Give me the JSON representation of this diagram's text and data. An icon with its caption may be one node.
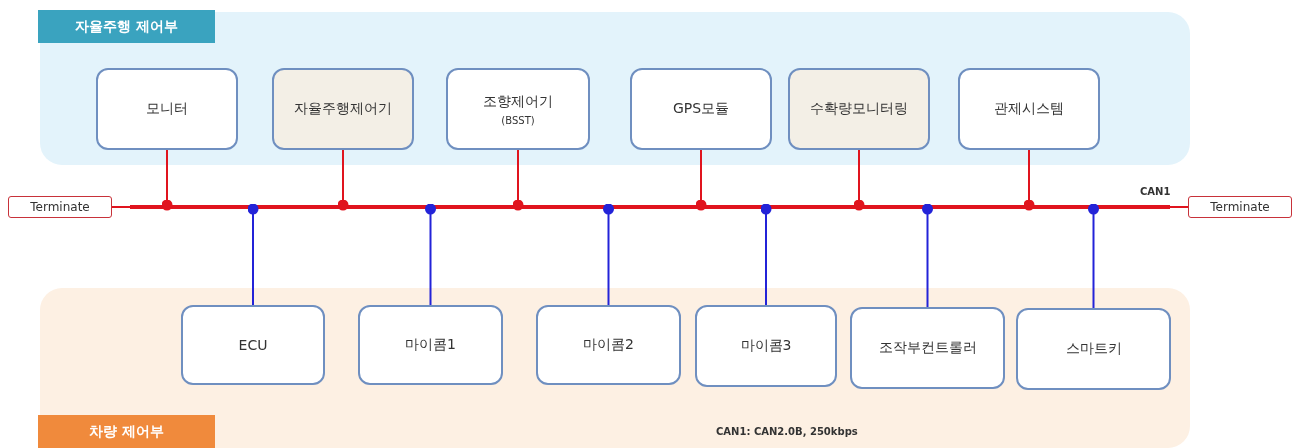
{
  "diagram": {
    "nodes": [
      {
        "text": [
          "자율주행 제어부"
        ]
      },
      {
        "text": [
          "모니터"
        ],
        "in": 0
      },
      {
        "text": [
          "자율주행제어기"
        ],
        "in": 0
      },
      {
        "text": [
          "조향제어기",
          "(BSST)"
        ],
        "in": 0
      },
      {
        "text": [
          "GPS모듈"
        ],
        "in": 0
      },
      {
        "text": [
          "수확량모니터링"
        ],
        "in": 0
      },
      {
        "text": [
          "관제시스템"
        ],
        "in": 0
      },
      {
        "text": [
          "차량 제어부"
        ]
      },
      {
        "text": [
          "ECU"
        ],
        "in": 7
      },
      {
        "text": [
          "마이콤1"
        ],
        "in": 7
      },
      {
        "text": [
          "마이콤2"
        ],
        "in": 7
      },
      {
        "text": [
          "마이콤3"
        ],
        "in": 7
      },
      {
        "text": [
          "조작부컨트롤러"
        ],
        "in": 7
      },
      {
        "text": [
          "스마트키"
        ],
        "in": 7
      },
      {
        "text": [
          "Terminate"
        ]
      },
      {
        "text": [
          "Terminate"
        ]
      },
      {
        "text": [],
        "shape": "bar"
      }
    ],
    "edges": [
      {
        "from": 14,
        "to": 16,
        "arrow": "none"
      },
      {
        "from": 16,
        "to": 15,
        "arrow": "none"
      },
      {
        "from": 1,
        "to": 16,
        "arrow": "other"
      },
      {
        "from": 8,
        "to": 16,
        "arrow": "other",
        "color": "#2323d8"
      },
      {
        "from": 2,
        "to": 16,
        "arrow": "other"
      },
      {
        "from": 9,
        "to": 16,
        "arrow": "other",
        "color": "#2323d8"
      },
      {
        "from": 3,
        "to": 16,
        "arrow": "other"
      },
      {
        "from": 10,
        "to": 16,
        "arrow": "other",
        "color": "#2323d8"
      },
      {
        "from": 4,
        "to": 16,
        "arrow": "other"
      },
      {
        "from": 11,
        "to": 16,
        "arrow": "other",
        "color": "#2323d8"
      },
      {
        "from": 5,
        "to": 16,
        "arrow": "other"
      },
      {
        "from": 12,
        "to": 16,
        "arrow": "other",
        "color": "#2323d8"
      },
      {
        "from": 6,
        "to": 16,
        "arrow": "other"
      },
      {
        "from": 13,
        "to": 16,
        "arrow": "other",
        "color": "#2323d8"
      }
    ],
    "labels": [
      "CAN1",
      "CAN1: CAN2.0B, 250kbps"
    ]
  }
}
